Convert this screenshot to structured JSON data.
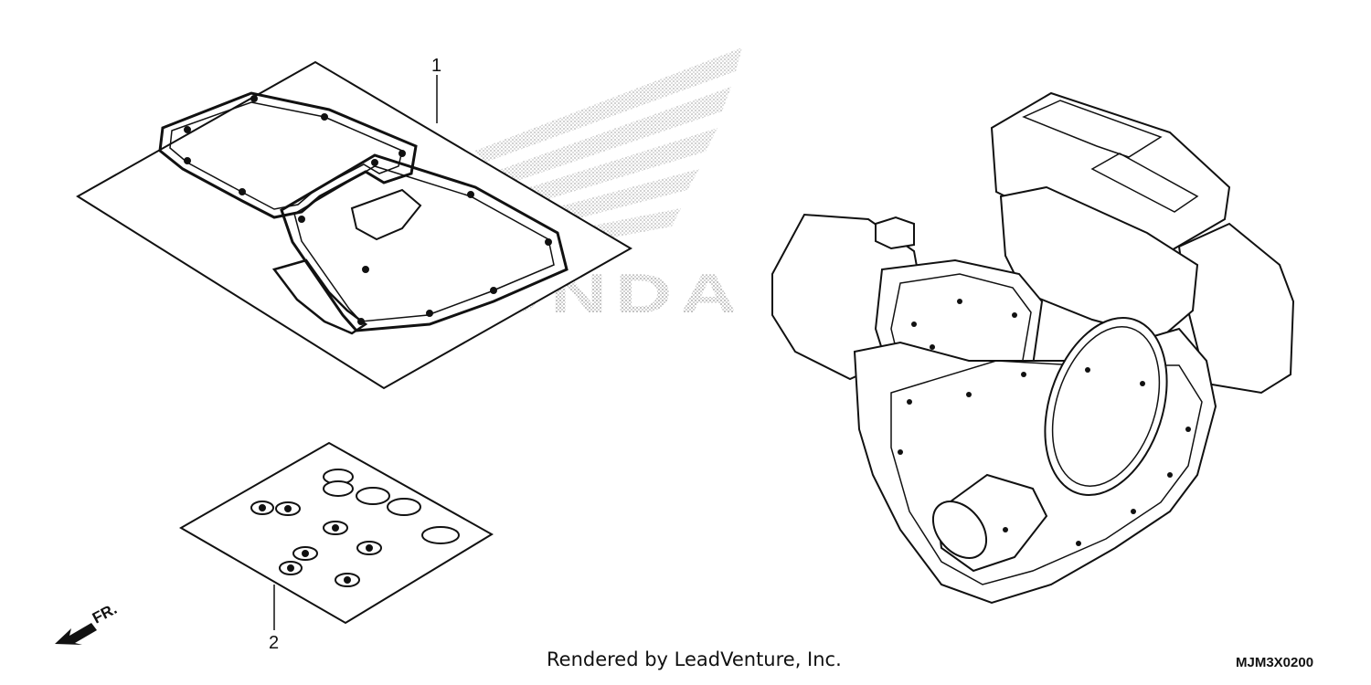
{
  "diagram": {
    "watermark": {
      "brand_text": "HONDA",
      "icon": "wing-logo-icon"
    },
    "callouts": [
      {
        "label": "1",
        "part": "gasket-kit-a"
      },
      {
        "label": "2",
        "part": "seal-kit"
      }
    ],
    "direction_indicator": {
      "label": "FR.",
      "icon": "arrow-down-left-icon"
    },
    "engine_icon": "engine-assembly-icon",
    "credit": "Rendered by LeadVenture, Inc.",
    "diagram_code": "MJM3X0200"
  }
}
